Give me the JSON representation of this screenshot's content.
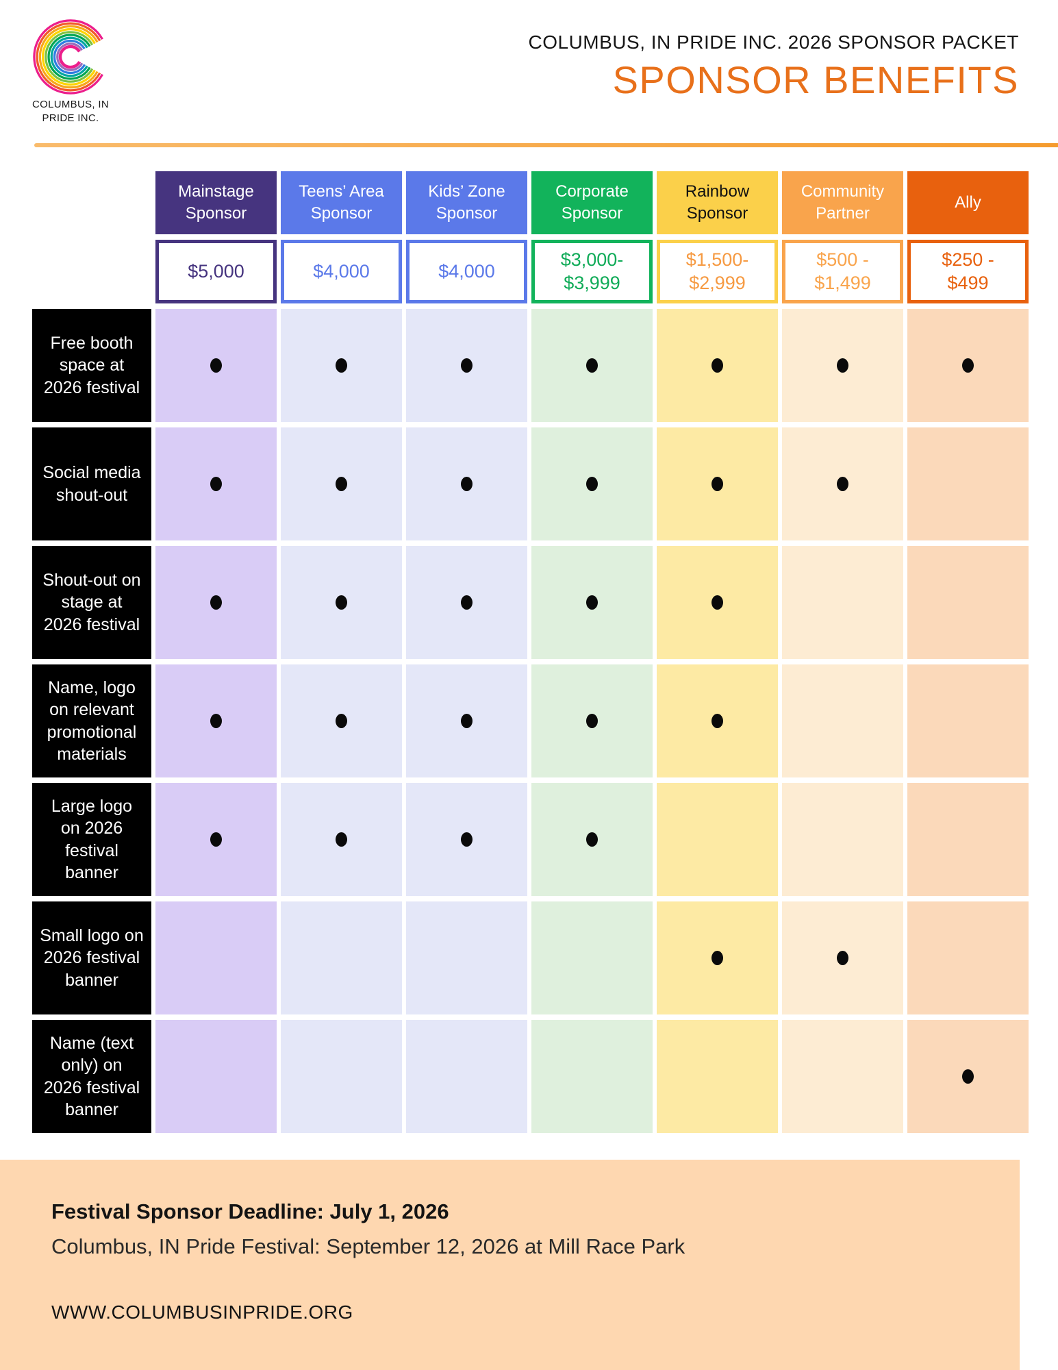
{
  "logo": {
    "wordmark_line1": "COLUMBUS, IN",
    "wordmark_line2": "PRIDE INC.",
    "ring_colors": [
      "#ec1e8c",
      "#f15b2a",
      "#f7a81b",
      "#ffd400",
      "#7ec242",
      "#00a551",
      "#00a6a0",
      "#2f7de1",
      "#9a6dbb",
      "#ec1e8c"
    ]
  },
  "masthead": {
    "packet_line": "COLUMBUS, IN PRIDE INC. 2026 SPONSOR PACKET",
    "title": "SPONSOR BENEFITS",
    "title_color": "#e8701a"
  },
  "rule": {
    "color_left": "#f9bb6b",
    "color_right": "#f59b2e"
  },
  "table": {
    "columns": [
      {
        "id": "mainstage",
        "label": "Mainstage\nSponsor",
        "price": "$5,000",
        "header_bg": "#46347f",
        "header_text": "#ffffff",
        "accent": "#46347f",
        "price_text": "#46347f",
        "cell_bg": "#d9ccf6"
      },
      {
        "id": "teens-area",
        "label": "Teens’ Area\nSponsor",
        "price": "$4,000",
        "header_bg": "#5b79e9",
        "header_text": "#ffffff",
        "accent": "#5b79e9",
        "price_text": "#5b79e9",
        "cell_bg": "#e4e7f8"
      },
      {
        "id": "kids-zone",
        "label": "Kids’ Zone\nSponsor",
        "price": "$4,000",
        "header_bg": "#5b79e9",
        "header_text": "#ffffff",
        "accent": "#5b79e9",
        "price_text": "#5b79e9",
        "cell_bg": "#e4e7f8"
      },
      {
        "id": "corporate",
        "label": "Corporate\nSponsor",
        "price": "$3,000-\n$3,999",
        "header_bg": "#12b35b",
        "header_text": "#ffffff",
        "accent": "#12b35b",
        "price_text": "#10ab58",
        "cell_bg": "#dff0dd"
      },
      {
        "id": "rainbow",
        "label": "Rainbow\nSponsor",
        "price": "$1,500-\n$2,999",
        "header_bg": "#fbd04a",
        "header_text": "#111111",
        "accent": "#fbd04a",
        "price_text": "#f69a42",
        "cell_bg": "#fdeaa4"
      },
      {
        "id": "community",
        "label": "Community\nPartner",
        "price": "$500 -\n$1,499",
        "header_bg": "#f9a44c",
        "header_text": "#ffffff",
        "accent": "#f9a44c",
        "price_text": "#f9a44c",
        "cell_bg": "#fdecd3"
      },
      {
        "id": "ally",
        "label": "Ally",
        "price": "$250 -\n$499",
        "header_bg": "#e8610e",
        "header_text": "#ffffff",
        "accent": "#e8610e",
        "price_text": "#e8610e",
        "cell_bg": "#fbd9ba"
      }
    ],
    "rows": [
      {
        "label": "Free booth\nspace at\n2026 festival",
        "included": [
          true,
          true,
          true,
          true,
          true,
          true,
          true
        ]
      },
      {
        "label": "Social media\nshout-out",
        "included": [
          true,
          true,
          true,
          true,
          true,
          true,
          false
        ]
      },
      {
        "label": "Shout-out on\nstage at\n2026 festival",
        "included": [
          true,
          true,
          true,
          true,
          true,
          false,
          false
        ]
      },
      {
        "label": "Name, logo\non relevant\npromotional\nmaterials",
        "included": [
          true,
          true,
          true,
          true,
          true,
          false,
          false
        ]
      },
      {
        "label": "Large logo\non 2026\nfestival\nbanner",
        "included": [
          true,
          true,
          true,
          true,
          false,
          false,
          false
        ]
      },
      {
        "label": "Small logo on\n2026 festival\nbanner",
        "included": [
          false,
          false,
          false,
          false,
          true,
          true,
          false
        ]
      },
      {
        "label": "Name (text\nonly) on\n2026 festival\nbanner",
        "included": [
          false,
          false,
          false,
          false,
          false,
          false,
          true
        ]
      }
    ],
    "dot_color": "#0a0a0a",
    "row_label_bg": "#000000",
    "row_label_text": "#ffffff"
  },
  "footer": {
    "deadline": "Festival Sponsor Deadline: July 1, 2026",
    "event": "Columbus, IN Pride Festival: September 12, 2026 at Mill Race Park",
    "website": "WWW.COLUMBUSINPRIDE.ORG",
    "bg": "#fed7b0"
  }
}
